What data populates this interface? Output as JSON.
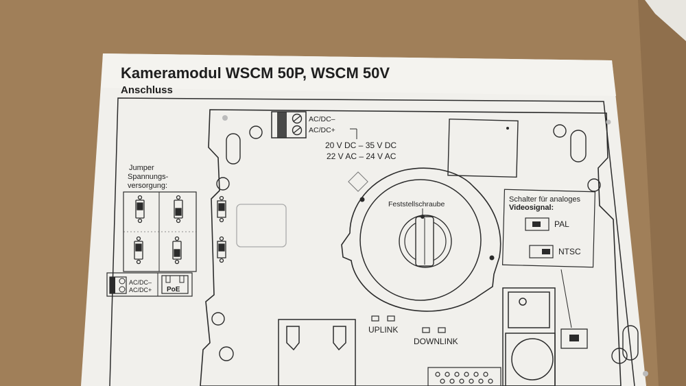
{
  "document": {
    "title": "Kameramodul WSCM 50P, WSCM 50V",
    "subtitle": "Anschluss"
  },
  "power_terminal": {
    "line1": "AC/DC–",
    "line2": "AC/DC+",
    "spec_dc": "20 V DC – 35 V DC",
    "spec_ac": "22 V AC – 24 V AC"
  },
  "jumper_legend": {
    "line1": "Jumper",
    "line2": "Spannungs-",
    "line3": "versorgung:",
    "acdc_line1": "AC/DC–",
    "acdc_line2": "AC/DC+",
    "poe": "PoE"
  },
  "lens": {
    "label": "Feststellschraube"
  },
  "video_switch": {
    "line1": "Schalter für analoges",
    "line2": "Videosignal:",
    "pal": "PAL",
    "ntsc": "NTSC"
  },
  "leds": {
    "uplink": "UPLINK",
    "downlink": "DOWNLINK"
  }
}
